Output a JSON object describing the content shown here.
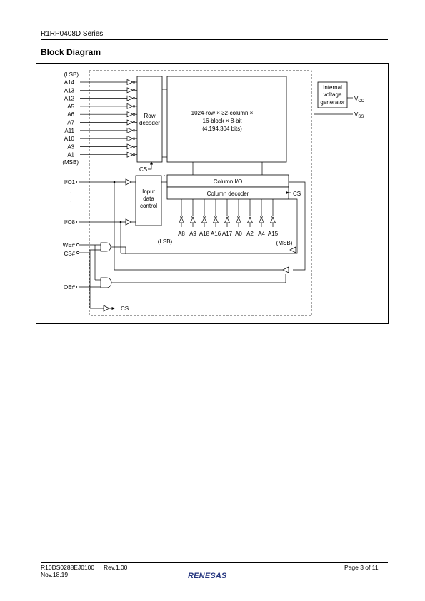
{
  "header": {
    "series": "R1RP0408D Series"
  },
  "section": {
    "title": "Block Diagram"
  },
  "diagram": {
    "lsb": "(LSB)",
    "msb": "(MSB)",
    "row_addresses": [
      "A14",
      "A13",
      "A12",
      "A5",
      "A6",
      "A7",
      "A11",
      "A10",
      "A3",
      "A1"
    ],
    "row_decoder": [
      "Row",
      "decoder"
    ],
    "memory_array": [
      "1024-row × 32-column ×",
      "16-block × 8-bit",
      "(4,194,304 bits)"
    ],
    "internal_voltage": [
      "Internal",
      "voltage",
      "generator"
    ],
    "vcc": "V",
    "vcc_sub": "CC",
    "vss": "V",
    "vss_sub": "SS",
    "cs": "CS",
    "io_first": "I/O1",
    "io_last": "I/O8",
    "ellipsis_dot": "·",
    "input_data_control": [
      "Input",
      "data",
      "control"
    ],
    "column_io": "Column I/O",
    "column_decoder": "Column decoder",
    "column_addresses": [
      "A8",
      "A9",
      "A18",
      "A16",
      "A17",
      "A0",
      "A2",
      "A4",
      "A15"
    ],
    "col_lsb": "(LSB)",
    "col_msb": "(MSB)",
    "we": "WE#",
    "cs_n": "CS#",
    "oe": "OE#"
  },
  "footer": {
    "doc_id": "R10DS0288EJ0100",
    "revision": "Rev.1.00",
    "date": "Nov.18.19",
    "page": "Page  3  of 11",
    "logo": "RENESAS"
  }
}
